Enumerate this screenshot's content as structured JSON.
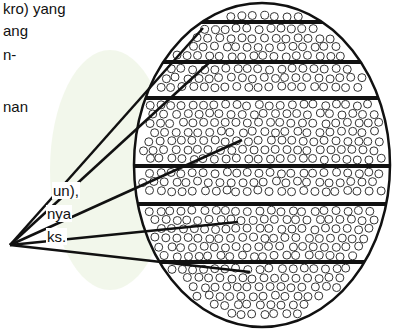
{
  "diagram": {
    "labels": [
      "kro) yang",
      "ang",
      "n-",
      "nan",
      "un),",
      "nya",
      "ks."
    ]
  }
}
